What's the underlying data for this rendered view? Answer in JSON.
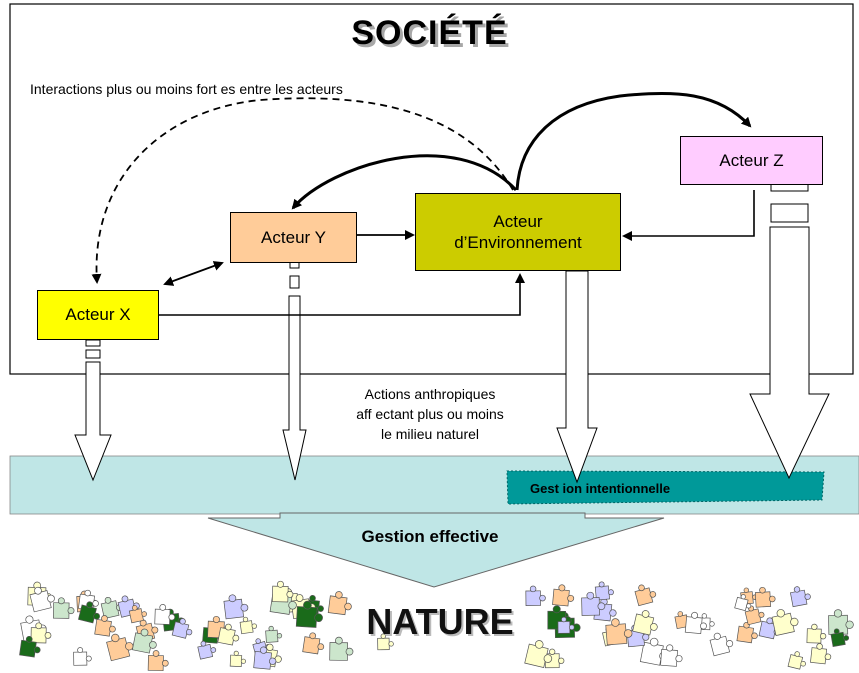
{
  "title": "SOCIÉTÉ",
  "interactions_note": "Interactions plus ou moins fort es entre les acteurs",
  "actors": {
    "x": {
      "label": "Acteur X",
      "color": "#ffff00"
    },
    "y": {
      "label": "Acteur Y",
      "color": "#ffcc99"
    },
    "z": {
      "label": "Acteur Z",
      "color": "#ffccff"
    },
    "env": {
      "label_line1": "Acteur",
      "label_line2": "d’Environnement",
      "color": "#cccc00"
    }
  },
  "actions_text": {
    "line1": "Actions anthropiques",
    "line2": "aff ectant plus ou moins",
    "line3": "le milieu naturel"
  },
  "gestion_intentionnelle": "Gest ion intentionnelle",
  "gestion_effective": "Gestion effective",
  "nature": "NATURE",
  "colors": {
    "water_band": "#bfe6e6",
    "gestion_intentionnelle": "#009999",
    "big_arrow": "#bfe6e6",
    "puzzle_pieces": [
      "#ccccff",
      "#ffcc99",
      "#ffffcc",
      "#cce6cc",
      "#1a6b1a",
      "#ffffff"
    ]
  }
}
